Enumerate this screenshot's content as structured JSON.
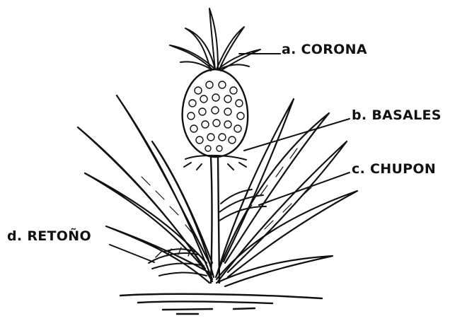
{
  "labels": {
    "corona": "a. CORONA",
    "basales": "b. BASALES",
    "chupon": "c. CHUPON",
    "retono": "d. RETOÑO"
  },
  "colors": {
    "ink": "#111111",
    "background": "#ffffff"
  }
}
